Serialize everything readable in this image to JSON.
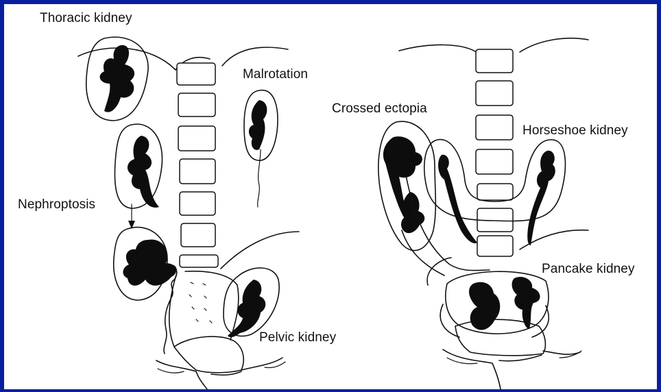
{
  "labels": {
    "thoracic": "Thoracic kidney",
    "malrotation": "Malrotation",
    "nephroptosis": "Nephroptosis",
    "pelvic": "Pelvic kidney",
    "crossed": "Crossed ectopia",
    "horseshoe": "Horseshoe kidney",
    "pancake": "Pancake kidney"
  },
  "colors": {
    "frame": "#0a1f9e",
    "background": "#ffffff",
    "ink": "#0d0d0d"
  }
}
